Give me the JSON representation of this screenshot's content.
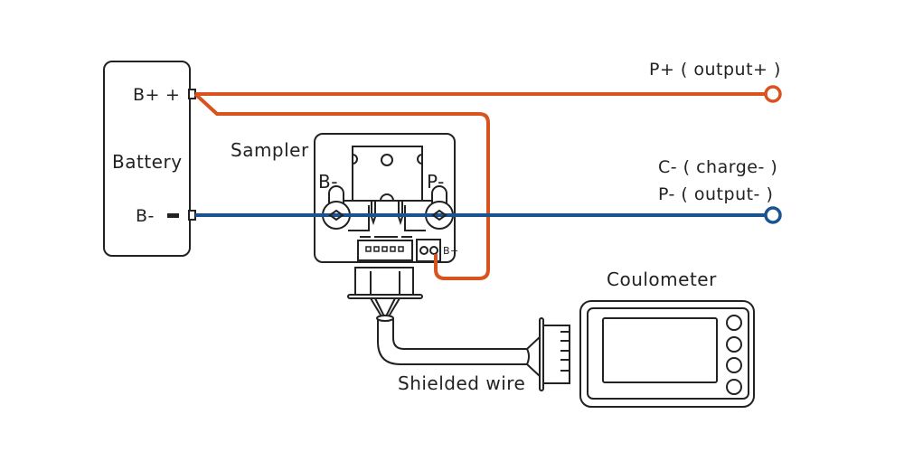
{
  "colors": {
    "positive_wire": "#d9531e",
    "negative_wire": "#1a5490",
    "outline": "#222222"
  },
  "battery": {
    "label": "Battery",
    "pos_terminal": "B+",
    "pos_sign": "+",
    "neg_terminal": "B-"
  },
  "sampler": {
    "label": "Sampler",
    "b_minus": "B-",
    "p_minus": "P-",
    "b_plus": "B+"
  },
  "outputs": {
    "p_plus": "P+ ( output+ )",
    "c_minus": "C- ( charge- )",
    "p_minus": "P- ( output- )"
  },
  "coulometer": {
    "label": "Coulometer"
  },
  "cable": {
    "label": "Shielded wire"
  }
}
